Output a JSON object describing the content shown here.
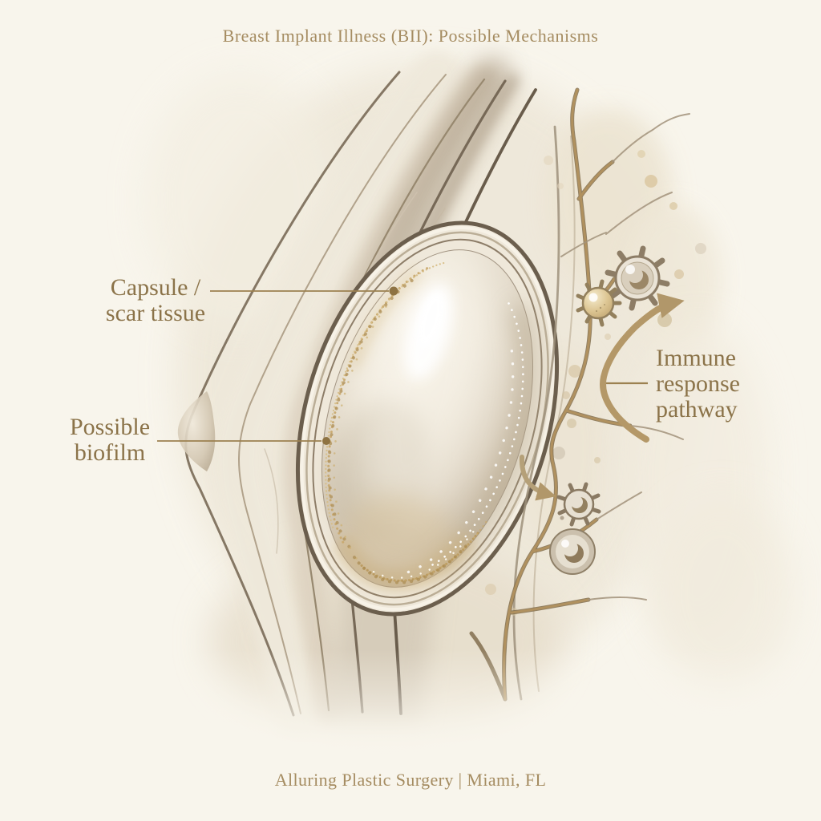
{
  "title": "Breast Implant Illness (BII): Possible Mechanisms",
  "footer": "Alluring Plastic Surgery | Miami, FL",
  "labels": {
    "capsule": {
      "lines": [
        "Capsule /",
        "scar tissue"
      ]
    },
    "biofilm": {
      "lines": [
        "Possible",
        "biofilm"
      ]
    },
    "immune": {
      "lines": [
        "Immune",
        "response",
        "pathway"
      ]
    }
  },
  "colors": {
    "background": "#f8f5ec",
    "title_text": "#a58c61",
    "label_text": "#8b7349",
    "leader_line": "#9c8150",
    "arrow_gold": "#b1976a",
    "capsule_outline": "#6b5e4d",
    "implant_highlight": "#ffffff",
    "biofilm_speck": "#c8a96f",
    "branch_vessel": "#b2925f",
    "cell_body": "#eae3d6",
    "cell_nucleus": "#9b8767"
  },
  "illustration": {
    "parts": [
      "breast-tissue-layers",
      "nipple-profile",
      "implant",
      "capsule-rings",
      "biofilm-specks",
      "immune-cells",
      "branching-vessels",
      "immune-pathway-arrows",
      "fat-lobules"
    ]
  }
}
